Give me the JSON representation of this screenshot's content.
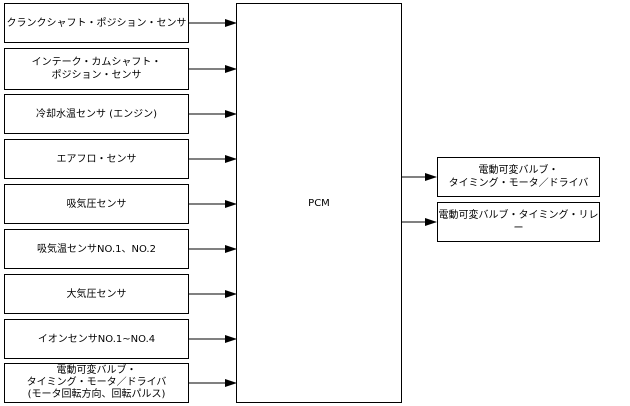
{
  "diagram": {
    "center": {
      "label": "PCM"
    },
    "inputs": [
      {
        "label": "クランクシャフト・ポジション・センサ"
      },
      {
        "label": "インテーク・カムシャフト・\nポジション・センサ"
      },
      {
        "label": "冷却水温センサ (エンジン)"
      },
      {
        "label": "エアフロ・センサ"
      },
      {
        "label": "吸気圧センサ"
      },
      {
        "label": "吸気温センサNO.1、NO.2"
      },
      {
        "label": "大気圧センサ"
      },
      {
        "label": "イオンセンサNO.1~NO.4"
      },
      {
        "label": "電動可変バルブ・\nタイミング・モータ／ドライバ\n(モータ回転方向、回転パルス)"
      }
    ],
    "outputs": [
      {
        "label": "電動可変バルブ・\nタイミング・モータ／ドライバ"
      },
      {
        "label": "電動可変バルブ・タイミング・リレー"
      }
    ]
  }
}
